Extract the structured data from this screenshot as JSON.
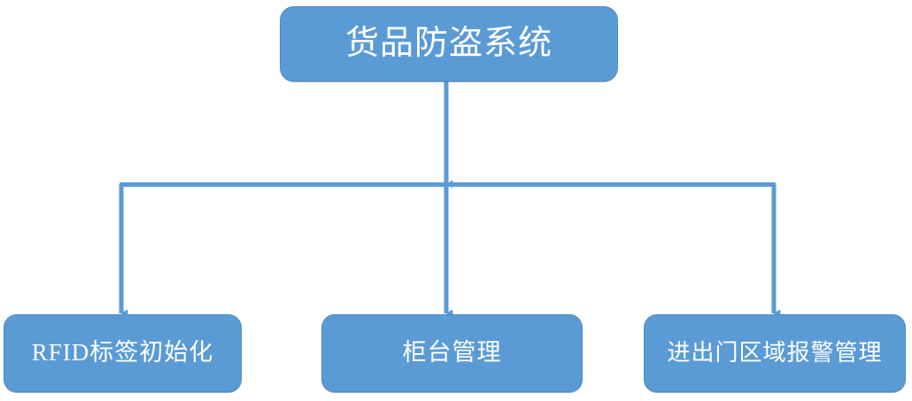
{
  "diagram": {
    "type": "org-chart",
    "title": "货品防盗系统",
    "accent_color": "#5b9bd5",
    "line_color": "#5b9bd5",
    "text_color": "#ffffff",
    "background_color": "#ffffff",
    "root": {
      "label": "货品防盗系统"
    },
    "children": [
      {
        "label": "RFID标签初始化"
      },
      {
        "label": "柜台管理"
      },
      {
        "label": "进出门区域报警管理"
      }
    ]
  }
}
